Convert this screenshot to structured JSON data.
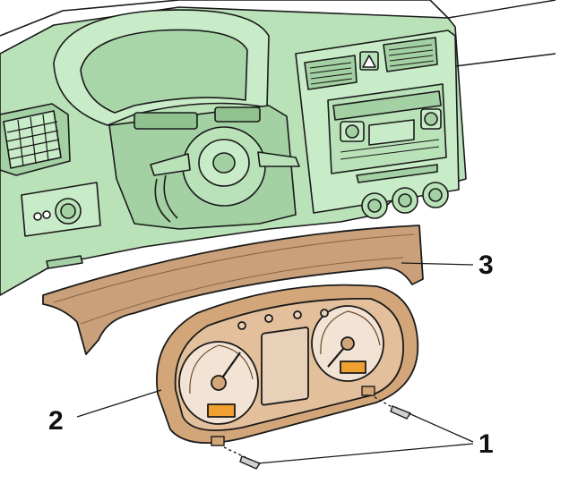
{
  "callouts": {
    "label_1": "1",
    "label_2": "2",
    "label_3": "3"
  },
  "colors": {
    "dashboard": "#b9e2b9",
    "dashboard_dark": "#9fcc9f",
    "trim_cover": "#c9a079",
    "cluster_housing": "#d2a679",
    "gauge_face": "#f2e3d4",
    "warning_panel": "#f0a030",
    "outline": "#1a1a1a"
  },
  "icons": {
    "hazard_button": "warning-triangle-icon",
    "air_vent": "air-vent-icon",
    "screw": "screw-icon"
  }
}
